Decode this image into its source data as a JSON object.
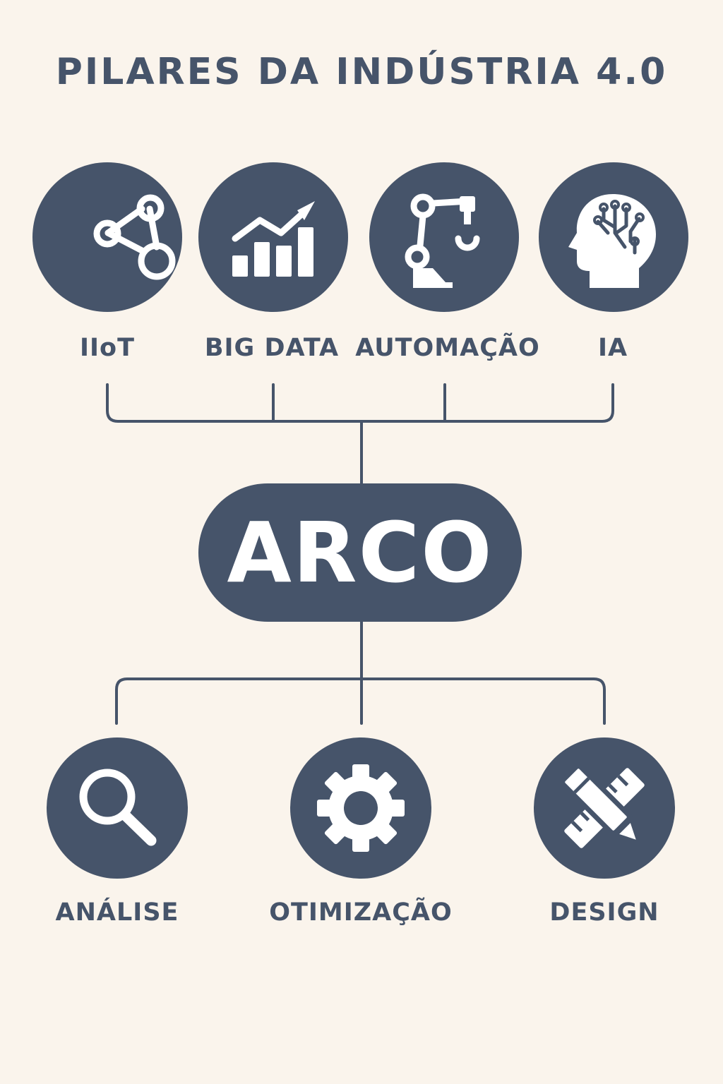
{
  "title": "PILARES DA INDÚSTRIA 4.0",
  "pillars": [
    {
      "label": "IIoT",
      "icon": "network-nodes-icon"
    },
    {
      "label": "BIG DATA",
      "icon": "bar-chart-trend-icon"
    },
    {
      "label": "AUTOMAÇÃO",
      "icon": "robotic-arm-icon"
    },
    {
      "label": "IA",
      "icon": "ai-brain-head-icon"
    }
  ],
  "center": {
    "label": "ARCO"
  },
  "outcomes": [
    {
      "label": "ANÁLISE",
      "icon": "magnifier-icon"
    },
    {
      "label": "OTIMIZAÇÃO",
      "icon": "gear-icon"
    },
    {
      "label": "DESIGN",
      "icon": "pencil-ruler-icon"
    }
  ],
  "colors": {
    "background": "#faf4ec",
    "primary": "#46546a",
    "icon": "#ffffff"
  }
}
